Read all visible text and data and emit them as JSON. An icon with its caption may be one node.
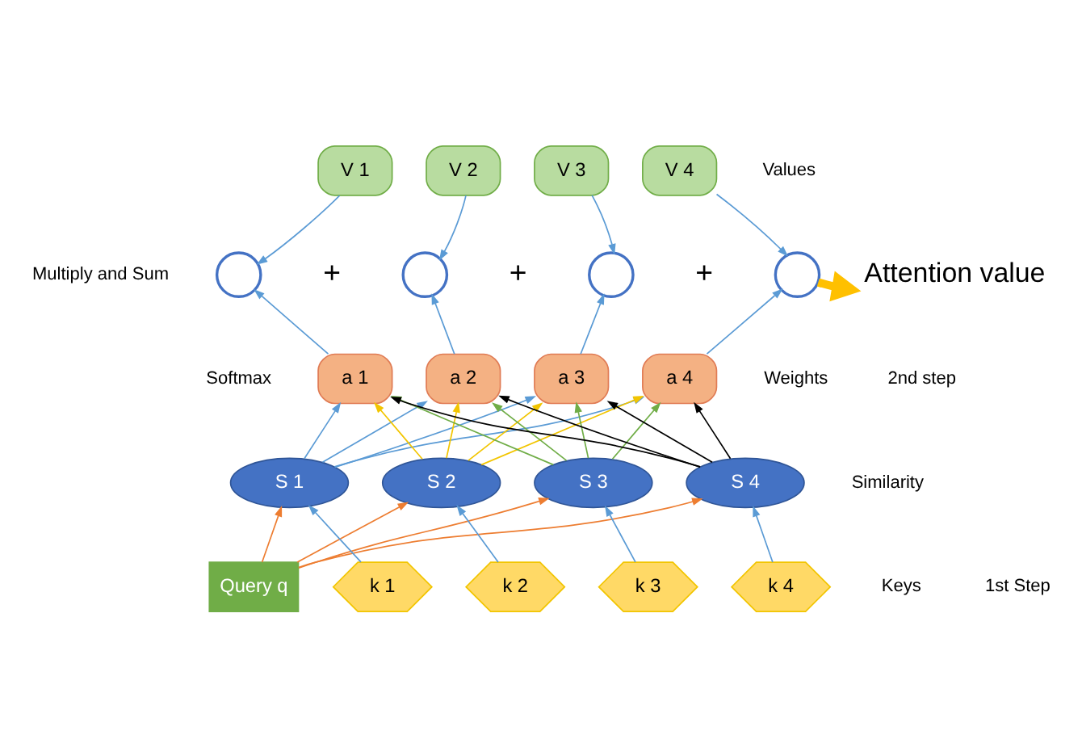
{
  "diagram": {
    "nodes": [
      {
        "text": [
          "V 1"
        ]
      },
      {
        "text": [
          "V 2"
        ]
      },
      {
        "text": [
          "V 3"
        ]
      },
      {
        "text": [
          "V 4"
        ]
      },
      {
        "text": [],
        "shape": "circle"
      },
      {
        "text": [],
        "shape": "circle"
      },
      {
        "text": [],
        "shape": "circle"
      },
      {
        "text": [],
        "shape": "circle"
      },
      {
        "text": [
          "a 1"
        ]
      },
      {
        "text": [
          "a 2"
        ]
      },
      {
        "text": [
          "a 3"
        ]
      },
      {
        "text": [
          "a 4"
        ]
      },
      {
        "text": [
          "S 1"
        ]
      },
      {
        "text": [
          "S 2"
        ]
      },
      {
        "text": [
          "S 3"
        ]
      },
      {
        "text": [
          "S 4"
        ]
      },
      {
        "text": [
          "Query q"
        ]
      },
      {
        "text": [
          "k 1"
        ]
      },
      {
        "text": [
          "k 2"
        ]
      },
      {
        "text": [
          "k 3"
        ]
      },
      {
        "text": [
          "k 4"
        ]
      },
      {
        "text": [
          "Attention value"
        ]
      }
    ],
    "edges": [
      {
        "from": 0,
        "to": 4,
        "arrow": "to"
      },
      {
        "from": 1,
        "to": 5,
        "arrow": "to"
      },
      {
        "from": 2,
        "to": 6,
        "arrow": "to"
      },
      {
        "from": 3,
        "to": 7,
        "arrow": "to"
      },
      {
        "from": 8,
        "to": 4,
        "arrow": "to"
      },
      {
        "from": 9,
        "to": 5,
        "arrow": "to"
      },
      {
        "from": 10,
        "to": 6,
        "arrow": "to"
      },
      {
        "from": 11,
        "to": 7,
        "arrow": "to"
      },
      {
        "from": 7,
        "to": 21,
        "arrow": "to",
        "style": "thick",
        "color": "#ffc000"
      },
      {
        "from": 12,
        "to": 8,
        "arrow": "to"
      },
      {
        "from": 12,
        "to": 9,
        "arrow": "to"
      },
      {
        "from": 12,
        "to": 10,
        "arrow": "to"
      },
      {
        "from": 12,
        "to": 11,
        "arrow": "to"
      },
      {
        "from": 13,
        "to": 8,
        "arrow": "to",
        "color": "#f2c500"
      },
      {
        "from": 13,
        "to": 9,
        "arrow": "to",
        "color": "#f2c500"
      },
      {
        "from": 13,
        "to": 10,
        "arrow": "to",
        "color": "#f2c500"
      },
      {
        "from": 13,
        "to": 11,
        "arrow": "to",
        "color": "#f2c500"
      },
      {
        "from": 14,
        "to": 8,
        "arrow": "to",
        "color": "#70ad47"
      },
      {
        "from": 14,
        "to": 9,
        "arrow": "to",
        "color": "#70ad47"
      },
      {
        "from": 14,
        "to": 10,
        "arrow": "to",
        "color": "#70ad47"
      },
      {
        "from": 14,
        "to": 11,
        "arrow": "to",
        "color": "#70ad47"
      },
      {
        "from": 15,
        "to": 8,
        "arrow": "to",
        "color": "#000000"
      },
      {
        "from": 15,
        "to": 9,
        "arrow": "to",
        "color": "#000000"
      },
      {
        "from": 15,
        "to": 10,
        "arrow": "to",
        "color": "#000000"
      },
      {
        "from": 15,
        "to": 11,
        "arrow": "to",
        "color": "#000000"
      },
      {
        "from": 16,
        "to": 12,
        "arrow": "to",
        "color": "#ed7d31"
      },
      {
        "from": 16,
        "to": 13,
        "arrow": "to",
        "color": "#ed7d31"
      },
      {
        "from": 16,
        "to": 14,
        "arrow": "to",
        "color": "#ed7d31"
      },
      {
        "from": 16,
        "to": 15,
        "arrow": "to",
        "color": "#ed7d31"
      },
      {
        "from": 17,
        "to": 12,
        "arrow": "to"
      },
      {
        "from": 18,
        "to": 13,
        "arrow": "to"
      },
      {
        "from": 19,
        "to": 14,
        "arrow": "to"
      },
      {
        "from": 20,
        "to": 15,
        "arrow": "to"
      }
    ],
    "labels": [
      "Values",
      "Multiply and Sum",
      "+",
      "+",
      "+",
      "Weights",
      "2nd step",
      "Softmax",
      "Similarity",
      "1st Step",
      "Keys"
    ]
  }
}
